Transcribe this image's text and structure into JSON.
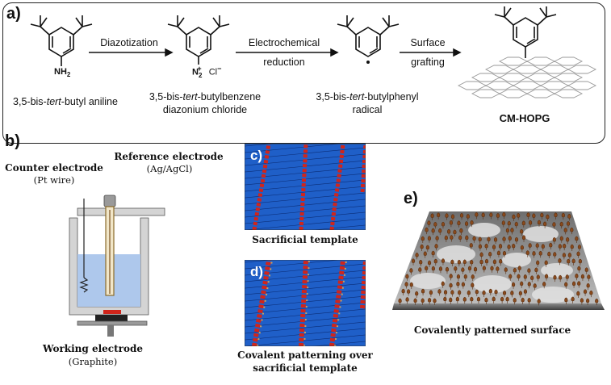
{
  "panel_a": {
    "label": "a)",
    "compounds": [
      {
        "name_parts": [
          "3,5-bis-",
          "tert",
          "-butyl aniline"
        ],
        "group": "NH",
        "group_sub": "2"
      },
      {
        "name_line1_parts": [
          "3,5-bis-",
          "tert",
          "-butylbenzene"
        ],
        "name_line2": "diazonium chloride",
        "group": "N",
        "group_sub": "2",
        "group_sup": "+",
        "counter_ion": "Cl",
        "counter_sup": "−"
      },
      {
        "name_line1_parts": [
          "3,5-bis-",
          "tert",
          "-butylphenyl"
        ],
        "name_line2": "radical"
      },
      {
        "name": "CM-HOPG"
      }
    ],
    "steps": [
      {
        "top": "Diazotization",
        "bottom": ""
      },
      {
        "top": "Electrochemical",
        "bottom": "reduction"
      },
      {
        "top": "Surface",
        "bottom": "grafting"
      }
    ]
  },
  "panel_b": {
    "label": "b)",
    "counter_electrode": {
      "title": "Counter electrode",
      "detail": "(Pt wire)"
    },
    "reference_electrode": {
      "title": "Reference electrode",
      "detail": "(Ag/AgCl)"
    },
    "working_electrode": {
      "title": "Working electrode",
      "detail": "(Graphite)"
    }
  },
  "panel_c": {
    "label": "c)",
    "caption": "Sacrificial template"
  },
  "panel_d": {
    "label": "d)",
    "caption_line1": "Covalent patterning over",
    "caption_line2": "sacrificial template"
  },
  "panel_e": {
    "label": "e)",
    "caption": "Covalently patterned surface"
  },
  "colors": {
    "rod_blue": "#1f5fc8",
    "row_red": "#d0251b",
    "solution": "#aec8ec",
    "cell_gray": "#d4d4d4",
    "bead_brown": "#8a4a1c",
    "surface_gray": "#9a9a9a"
  }
}
